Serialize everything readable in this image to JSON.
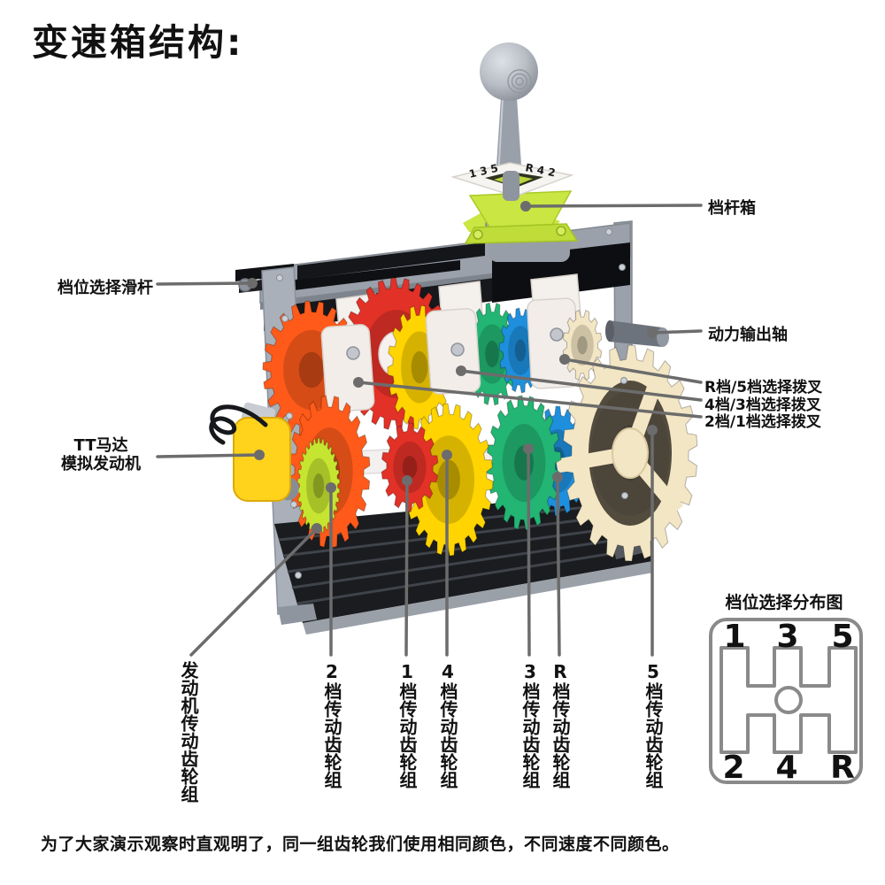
{
  "title": "变速箱结构:",
  "caption": "为了大家演示观察时直观明了，同一组齿轮我们使用相同颜色，不同速度不同颜色。",
  "callouts": {
    "slide_rod": {
      "label": "档位选择滑杆"
    },
    "tt_motor": {
      "label_line1": "TT马达",
      "label_line2": "模拟发动机"
    },
    "lever_box": {
      "label": "档杆箱"
    },
    "output_shaft": {
      "label": "动力输出轴"
    },
    "fork_r5": {
      "label": "R档/5档选择拨叉"
    },
    "fork_43": {
      "label": "4档/3档选择拨叉"
    },
    "fork_21": {
      "label": "2档/1档选择拨叉"
    },
    "bottom": [
      {
        "id": "engine",
        "label": "发动机传动齿轮组"
      },
      {
        "id": "gear2",
        "label": "2档传动齿轮组"
      },
      {
        "id": "gear1",
        "label": "1档传动齿轮组"
      },
      {
        "id": "gear4",
        "label": "4档传动齿轮组"
      },
      {
        "id": "gear3",
        "label": "3档传动齿轮组"
      },
      {
        "id": "gearR",
        "label": "R档传动齿轮组"
      },
      {
        "id": "gear5",
        "label": "5档传动齿轮组"
      }
    ]
  },
  "shift_pattern": {
    "title": "档位选择分布图",
    "top_row": [
      "1",
      "3",
      "5"
    ],
    "bottom_row": [
      "2",
      "4",
      "R"
    ]
  },
  "lever_plate": {
    "left_marks": "1 3 5",
    "right_marks": "R 4 2"
  },
  "colors": {
    "callout_line": "#6c6c6c",
    "frame_gray": "#aab0b9",
    "top_plate_gray": "#9ba1ab",
    "base_black": "#1b1c1f",
    "shaft_white": "#f4f0f0",
    "motor_yellow": "#ffd21c",
    "lever_green": "#c9e642",
    "knob_gray": "#b9bec6",
    "diagram_gate_gray": "#8a8a8a",
    "gears": {
      "engine_lime": "#c6e530",
      "gear2_orange": "#ff5a1a",
      "gear1_red": "#e23127",
      "gear4_yellow": "#ffd400",
      "gear3_green": "#22b573",
      "gearR_blue": "#1e8fdd",
      "gear5_cream": "#f3e6c4"
    }
  }
}
